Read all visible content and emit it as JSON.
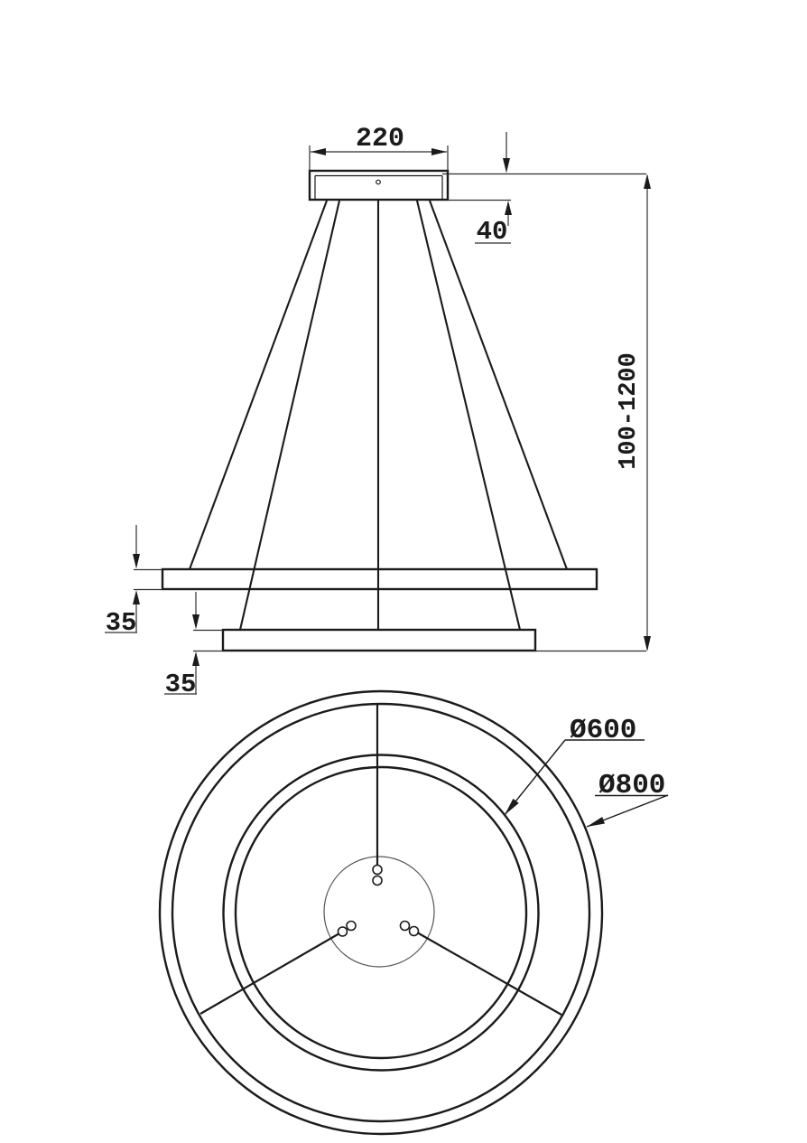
{
  "drawing": {
    "colors": {
      "background": "#ffffff",
      "main_line": "#1b1b1b",
      "dim_line": "#2e2e2e",
      "thin_line": "#555555"
    },
    "dimensions": {
      "canopy_width": "220",
      "canopy_height": "40",
      "suspension_height": "100-1200",
      "outer_ring_thickness": "35",
      "inner_ring_thickness": "35",
      "inner_ring_diameter": "Ø600",
      "outer_ring_diameter": "Ø800"
    }
  }
}
